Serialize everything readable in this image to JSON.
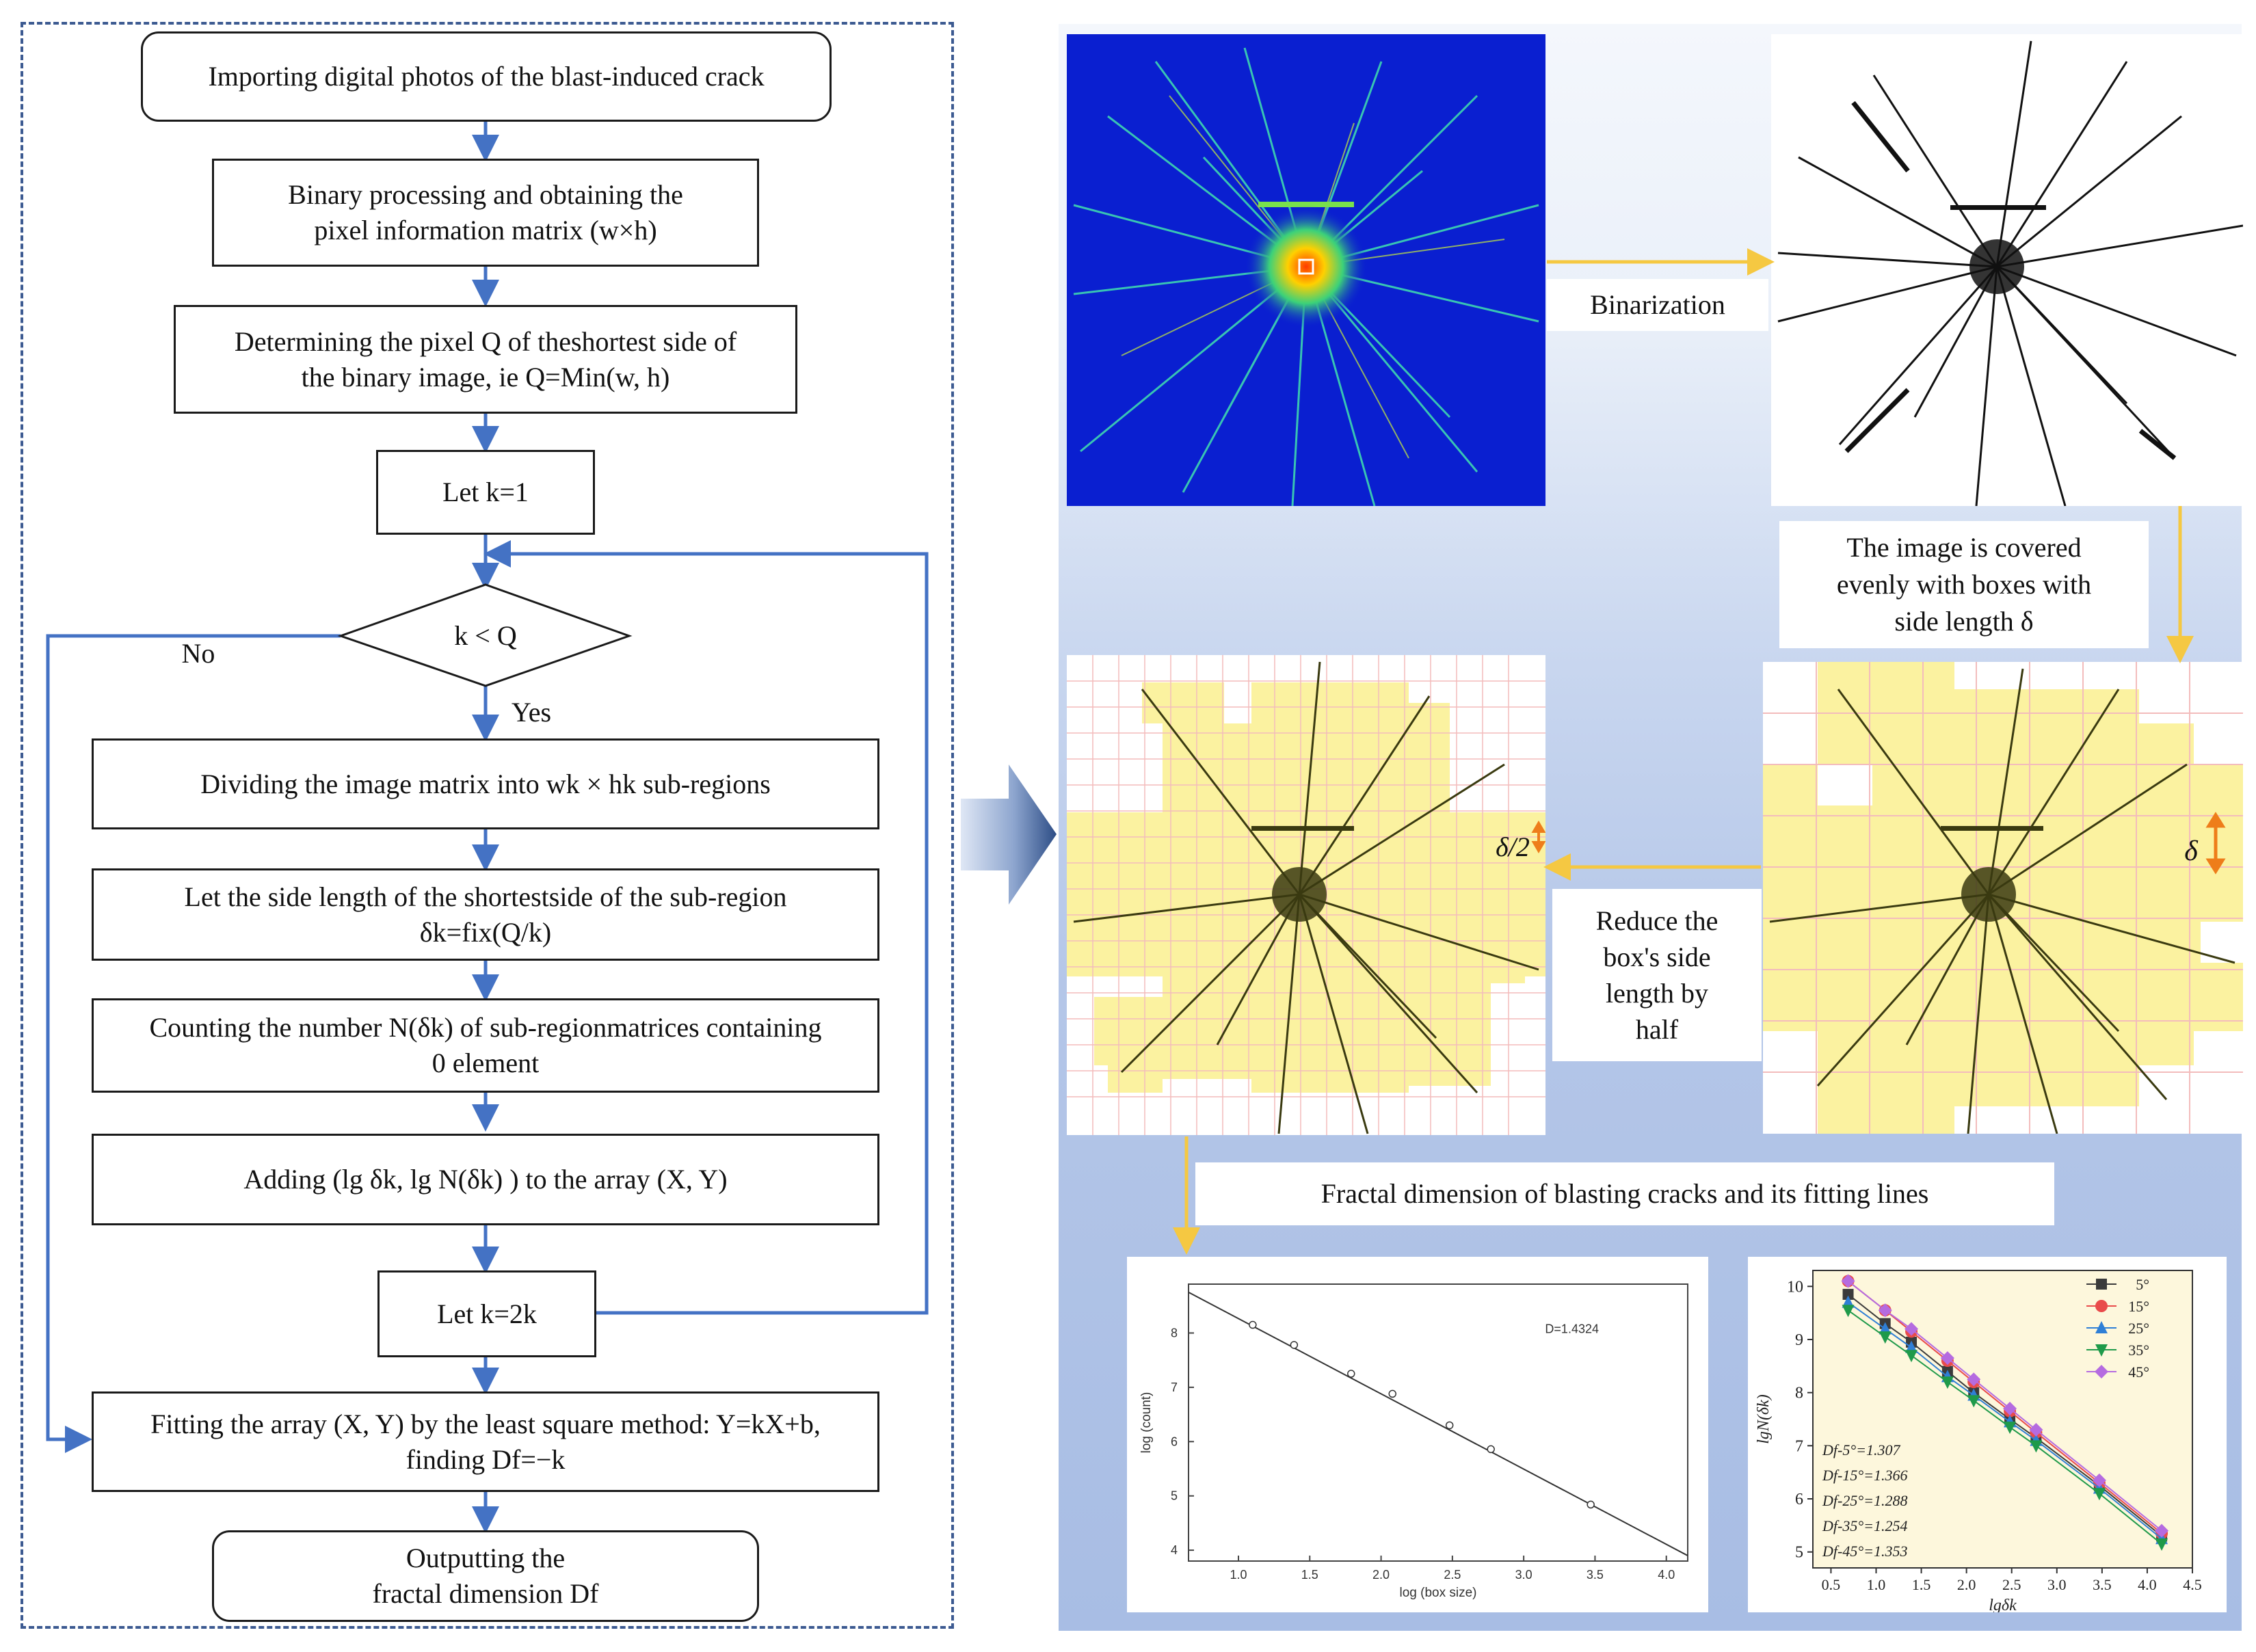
{
  "flowchart": {
    "import": "Importing digital photos of the blast-induced crack",
    "binary_line1": "Binary processing and obtaining the",
    "binary_line2": "pixel information matrix (w×h)",
    "determine_line1": "Determining the pixel Q of theshortest side of",
    "determine_line2": "the binary image, ie Q=Min(w, h)",
    "let_k1": "Let k=1",
    "decision": "k < Q",
    "no_label": "No",
    "yes_label": "Yes",
    "divide": "Dividing the image matrix into wk × hk sub-regions",
    "sidelen_line1": "Let the side length of the shortestside of the sub-region",
    "sidelen_line2": "δk=fix(Q/k)",
    "count_line1": "Counting the number N(δk) of sub-regionmatrices containing",
    "count_line2": "0 element",
    "add": "Adding (lg δk, lg N(δk) ) to the array (X, Y)",
    "let_k2k": "Let k=2k",
    "fit_line1": "Fitting the array (X, Y) by the least square method: Y=kX+b,",
    "fit_line2": "finding Df=−k",
    "output_line1": "Outputting the",
    "output_line2": "fractal dimension Df"
  },
  "right_panel": {
    "binarization_label": "Binarization",
    "covered_line1": "The image is covered",
    "covered_line2": "evenly with boxes with",
    "covered_line3": "side length δ",
    "delta_label": "δ",
    "delta_half_label": "δ/2",
    "reduce_line1": "Reduce the",
    "reduce_line2": "box's side",
    "reduce_line3": "length by",
    "reduce_line4": "half",
    "fractal_title": "Fractal dimension of blasting cracks and its fitting lines"
  },
  "colors": {
    "flow_arrow": "#4472c4",
    "yellow_arrow": "#f5c842",
    "box_fill": "#fbf2a0",
    "sim_bg": "#0a1fd0",
    "grid_line": "#f3bcbc"
  },
  "chart_data": [
    {
      "type": "scatter",
      "title": "",
      "xlabel": "log (box size)",
      "ylabel": "log (count)",
      "annotation": "D=1.4324",
      "xlim": [
        0.65,
        4.15
      ],
      "ylim": [
        3.8,
        8.9
      ],
      "xticks": [
        "1.0",
        "1.5",
        "2.0",
        "2.5",
        "3.0",
        "3.5",
        "4.0"
      ],
      "yticks": [
        "4",
        "5",
        "6",
        "7",
        "8"
      ],
      "points": [
        [
          1.1,
          8.15
        ],
        [
          1.39,
          7.78
        ],
        [
          1.79,
          7.25
        ],
        [
          2.08,
          6.88
        ],
        [
          2.48,
          6.3
        ],
        [
          2.77,
          5.86
        ],
        [
          3.47,
          4.84
        ]
      ],
      "fit_line": [
        [
          0.65,
          8.75
        ],
        [
          4.15,
          3.9
        ]
      ],
      "grid": false
    },
    {
      "type": "line",
      "title": "",
      "xlabel": "lgδk",
      "ylabel": "lgN(δk)",
      "xlim": [
        0.3,
        4.5
      ],
      "ylim": [
        4.7,
        10.3
      ],
      "xticks": [
        "0.5",
        "1.0",
        "1.5",
        "2.0",
        "2.5",
        "3.0",
        "3.5",
        "4.0",
        "4.5"
      ],
      "yticks": [
        "5",
        "6",
        "7",
        "8",
        "9",
        "10"
      ],
      "legend_position": "top-right",
      "x": [
        0.69,
        1.1,
        1.39,
        1.79,
        2.08,
        2.48,
        2.77,
        3.47,
        4.16
      ],
      "series": [
        {
          "name": "5°",
          "color": "#3b3b3b",
          "marker": "square",
          "values": [
            9.85,
            9.3,
            8.95,
            8.4,
            8.0,
            7.5,
            7.15,
            6.25,
            5.3
          ]
        },
        {
          "name": "15°",
          "color": "#e94b4b",
          "marker": "circle",
          "values": [
            10.1,
            9.55,
            9.15,
            8.6,
            8.2,
            7.65,
            7.25,
            6.3,
            5.35
          ]
        },
        {
          "name": "25°",
          "color": "#2f7fd6",
          "marker": "triangle-up",
          "values": [
            9.7,
            9.2,
            8.85,
            8.3,
            7.95,
            7.45,
            7.1,
            6.2,
            5.25
          ]
        },
        {
          "name": "35°",
          "color": "#1f9a4a",
          "marker": "triangle-down",
          "values": [
            9.55,
            9.05,
            8.7,
            8.2,
            7.85,
            7.35,
            7.0,
            6.1,
            5.15
          ]
        },
        {
          "name": "45°",
          "color": "#b56be0",
          "marker": "diamond",
          "values": [
            10.1,
            9.55,
            9.2,
            8.65,
            8.25,
            7.7,
            7.3,
            6.35,
            5.4
          ]
        }
      ],
      "annotations": [
        "Df-5°=1.307",
        "Df-15°=1.366",
        "Df-25°=1.288",
        "Df-35°=1.254",
        "Df-45°=1.353"
      ]
    }
  ]
}
